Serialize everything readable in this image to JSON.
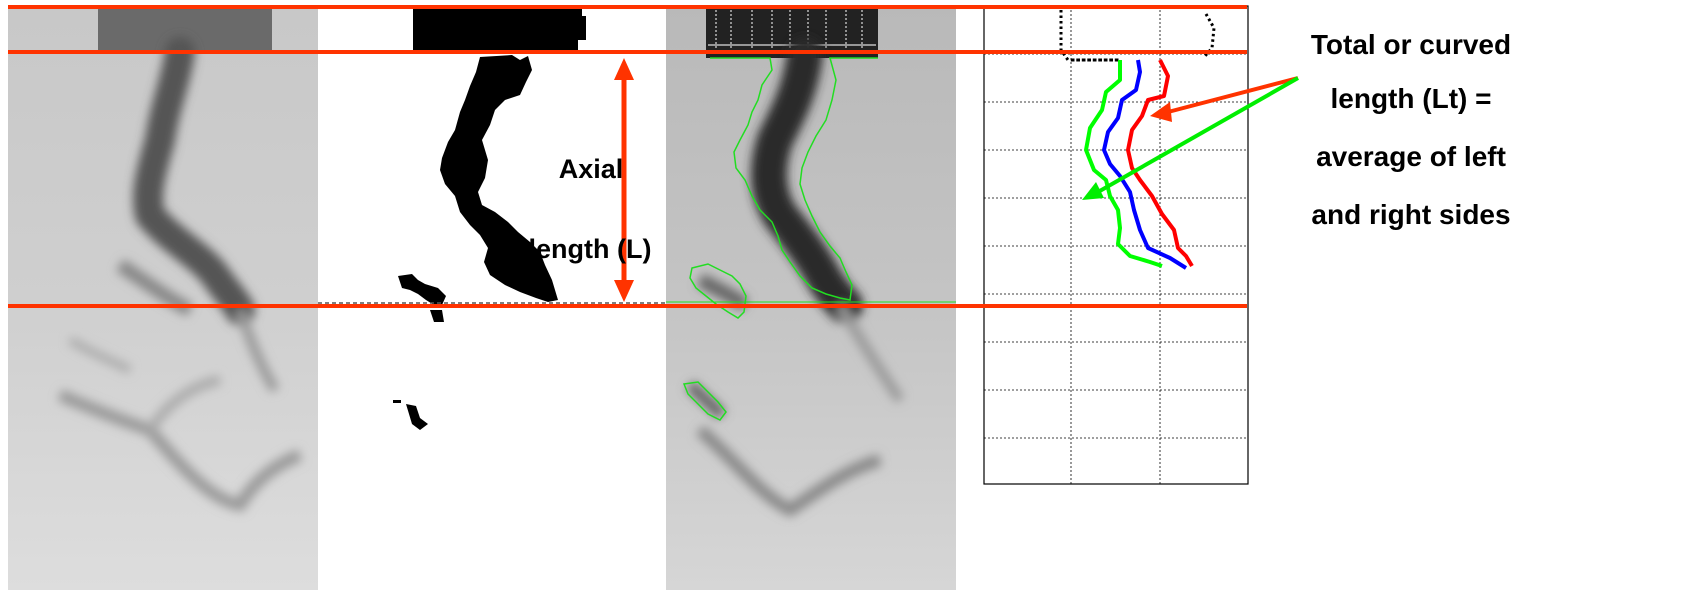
{
  "labels": {
    "axial_line1": "Axial",
    "axial_line2": "length  (L)",
    "total_line1": "Total or curved",
    "total_line2": "length (Lt) =",
    "total_line3": "average of left",
    "total_line4": "and right sides"
  },
  "colors": {
    "marker_red": "#ff3300",
    "trace_red": "#ff0000",
    "trace_blue": "#0000ff",
    "trace_green": "#00ff00",
    "outline_green": "#22dd22",
    "arrow_red": "#ff3300",
    "arrow_green": "#00ee00",
    "threshold_black": "#000000"
  },
  "icons": {
    "raw_image": "grayscale-crack-image",
    "binary_image": "thresholded-binary-image",
    "overlay_image": "outlined-crack-overlay",
    "trace_plot": "crack-trace-plot"
  }
}
